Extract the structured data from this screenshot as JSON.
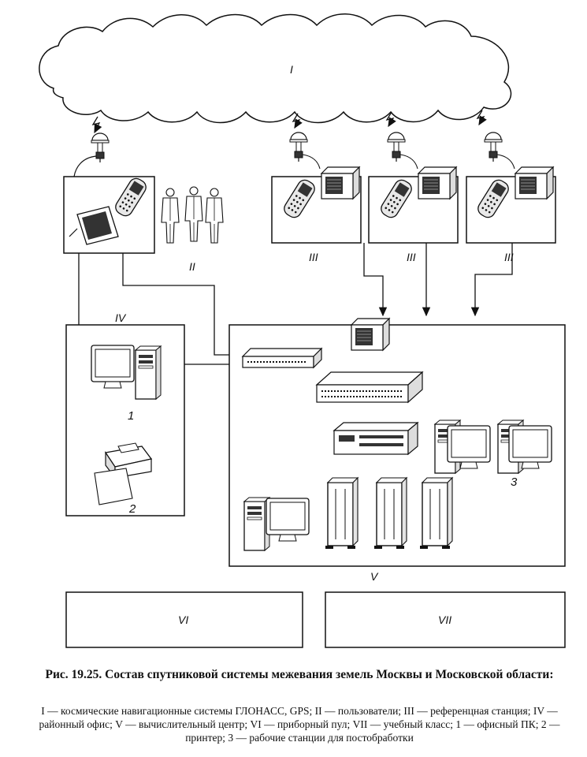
{
  "labels": {
    "cloud": "I",
    "users": "II",
    "ref1": "III",
    "ref2": "III",
    "ref3": "III",
    "office": "IV",
    "center": "V",
    "panel": "VI",
    "classroom": "VII",
    "pc": "1",
    "printer": "2",
    "workstations": "3"
  },
  "caption": {
    "title": "Рис. 19.25. Состав спутниковой системы межевания земель Москвы и Московской области:",
    "legend": "I — космические навигационные системы ГЛОНАСС, GPS; II — пользователи; III — референцная станция; IV — районный офис; V — вычислительный центр; VI — приборный пул; VII — учебный класс; 1 — офисный ПК; 2 — принтер; 3 — рабочие станции для постобработки"
  }
}
